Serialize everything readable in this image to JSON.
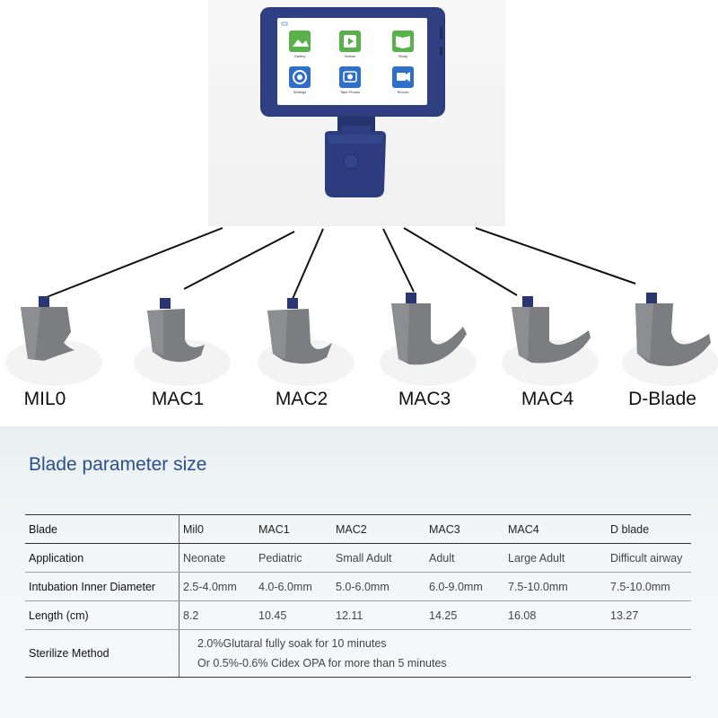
{
  "device": {
    "screen_icons": [
      {
        "label": "Gallery",
        "icon": "gallery-icon",
        "color": "#5ab14b"
      },
      {
        "label": "Videos",
        "icon": "video-play-icon",
        "color": "#5ab14b"
      },
      {
        "label": "Study",
        "icon": "book-icon",
        "color": "#5ab14b"
      },
      {
        "label": "Settings",
        "icon": "settings-icon",
        "color": "#2f6fc9"
      },
      {
        "label": "Take Photos",
        "icon": "camera-icon",
        "color": "#2f6fc9"
      },
      {
        "label": "Record",
        "icon": "record-icon",
        "color": "#2f6fc9"
      }
    ],
    "body_color": "#2a3a7a"
  },
  "blades": [
    {
      "name": "MIL0"
    },
    {
      "name": "MAC1"
    },
    {
      "name": "MAC2"
    },
    {
      "name": "MAC3"
    },
    {
      "name": "MAC4"
    },
    {
      "name": "D-Blade"
    }
  ],
  "section_title": "Blade parameter size",
  "table": {
    "header": [
      "Blade",
      "Mil0",
      "MAC1",
      "MAC2",
      "MAC3",
      "MAC4",
      "D blade"
    ],
    "rows": [
      {
        "label": "Application",
        "values": [
          "Neonate",
          "Pediatric",
          "Small Adult",
          "Adult",
          "Large Adult",
          "Difficult airway"
        ]
      },
      {
        "label": "Intubation Inner Diameter",
        "values": [
          "2.5-4.0mm",
          "4.0-6.0mm",
          "5.0-6.0mm",
          "6.0-9.0mm",
          "7.5-10.0mm",
          "7.5-10.0mm"
        ]
      },
      {
        "label": "Length (cm)",
        "values": [
          "8.2",
          "10.45",
          "12.11",
          "14.25",
          "16.08",
          "13.27"
        ]
      }
    ],
    "sterilize": {
      "label": "Sterilize Method",
      "lines": [
        "2.0%Glutaral fully soak for 10 minutes",
        "Or  0.5%-0.6% Cidex OPA for more than 5 minutes"
      ]
    }
  }
}
